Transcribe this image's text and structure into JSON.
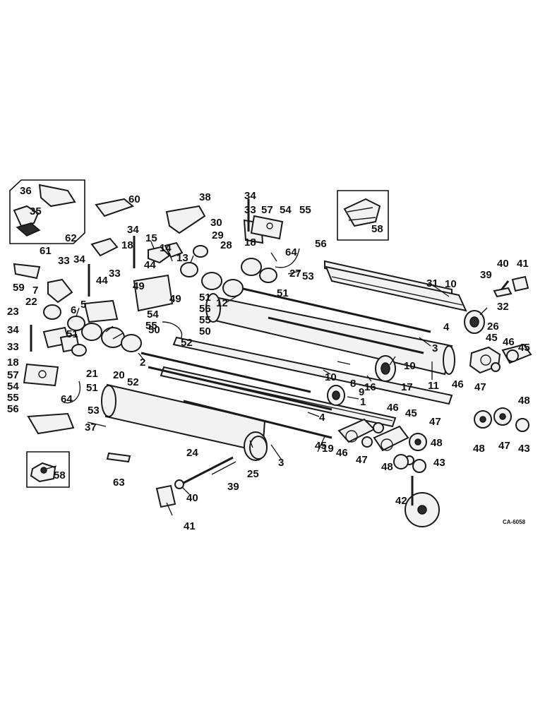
{
  "drawing_code": "CA-6058",
  "callouts": [
    "1",
    "2",
    "3",
    "4",
    "5",
    "6",
    "7",
    "8",
    "9",
    "10",
    "11",
    "12",
    "13",
    "14",
    "15",
    "16",
    "17",
    "18",
    "19",
    "20",
    "21",
    "22",
    "23",
    "24",
    "25",
    "26",
    "27",
    "28",
    "29",
    "30",
    "31",
    "32",
    "33",
    "34",
    "35",
    "36",
    "37",
    "38",
    "39",
    "40",
    "41",
    "42",
    "43",
    "44",
    "45",
    "46",
    "47",
    "48",
    "49",
    "50",
    "51",
    "52",
    "53",
    "54",
    "55",
    "56",
    "57",
    "58",
    "59",
    "60",
    "61",
    "62",
    "63",
    "64"
  ]
}
